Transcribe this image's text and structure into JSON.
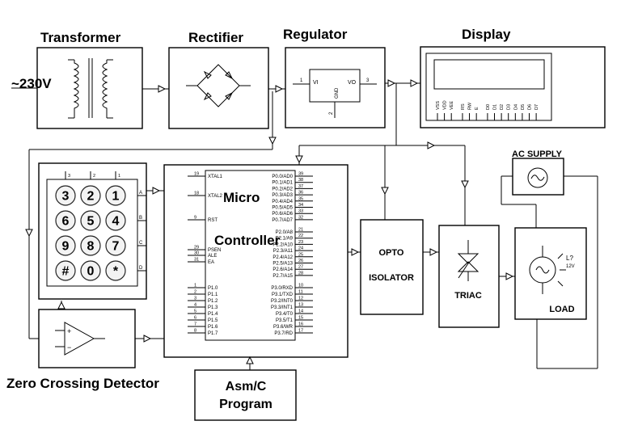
{
  "supply_label": "~230V",
  "blocks": {
    "transformer": "Transformer",
    "rectifier": "Rectifier",
    "regulator": "Regulator",
    "display": "Display",
    "micro": "Micro",
    "controller": "Controller",
    "opto_top": "OPTO",
    "opto_bottom": "ISOLATOR",
    "triac": "TRIAC",
    "ac_supply": "AC SUPPLY",
    "load": "LOAD",
    "zcd": "Zero Crossing Detector",
    "program_top": "Asm/C",
    "program_bottom": "Program"
  },
  "regulator_pins": {
    "vi": "VI",
    "vo": "VO",
    "gnd": "GND",
    "p1": "1",
    "p2": "2",
    "p3": "3"
  },
  "lcd_pins": [
    "VSS",
    "VDD",
    "VEE",
    "RS",
    "RW",
    "E",
    "D0",
    "D1",
    "D2",
    "D3",
    "D4",
    "D5",
    "D6",
    "D7"
  ],
  "keypad": {
    "keys": [
      "3",
      "2",
      "1",
      "6",
      "5",
      "4",
      "9",
      "8",
      "7",
      "#",
      "0",
      "*"
    ],
    "row_labels": [
      "A",
      "B",
      "C",
      "D"
    ],
    "col_labels": [
      "3",
      "2",
      "1"
    ]
  },
  "mcu_left_pins": [
    {
      "num": "19",
      "name": "XTAL1"
    },
    {
      "num": "18",
      "name": "XTAL2"
    },
    {
      "num": "9",
      "name": "RST"
    },
    {
      "num": "29",
      "name": "PSEN"
    },
    {
      "num": "30",
      "name": "ALE"
    },
    {
      "num": "31",
      "name": "EA"
    },
    {
      "num": "1",
      "name": "P1.0"
    },
    {
      "num": "2",
      "name": "P1.1"
    },
    {
      "num": "3",
      "name": "P1.2"
    },
    {
      "num": "4",
      "name": "P1.3"
    },
    {
      "num": "5",
      "name": "P1.4"
    },
    {
      "num": "6",
      "name": "P1.5"
    },
    {
      "num": "7",
      "name": "P1.6"
    },
    {
      "num": "8",
      "name": "P1.7"
    }
  ],
  "mcu_right_pins": [
    {
      "num": "39",
      "name": "P0.0/AD0"
    },
    {
      "num": "38",
      "name": "P0.1/AD1"
    },
    {
      "num": "37",
      "name": "P0.2/AD2"
    },
    {
      "num": "36",
      "name": "P0.3/AD3"
    },
    {
      "num": "35",
      "name": "P0.4/AD4"
    },
    {
      "num": "34",
      "name": "P0.5/AD5"
    },
    {
      "num": "33",
      "name": "P0.6/AD6"
    },
    {
      "num": "32",
      "name": "P0.7/AD7"
    },
    {
      "num": "21",
      "name": "P2.0/A8"
    },
    {
      "num": "22",
      "name": "P2.1/A9"
    },
    {
      "num": "23",
      "name": "P2.2/A10"
    },
    {
      "num": "24",
      "name": "P2.3/A11"
    },
    {
      "num": "25",
      "name": "P2.4/A12"
    },
    {
      "num": "26",
      "name": "P2.5/A13"
    },
    {
      "num": "27",
      "name": "P2.6/A14"
    },
    {
      "num": "28",
      "name": "P2.7/A15"
    },
    {
      "num": "10",
      "name": "P3.0/RXD"
    },
    {
      "num": "11",
      "name": "P3.1/TXD"
    },
    {
      "num": "12",
      "name": "P3.2/INT0"
    },
    {
      "num": "13",
      "name": "P3.3/INT1"
    },
    {
      "num": "14",
      "name": "P3.4/T0"
    },
    {
      "num": "15",
      "name": "P3.5/T1"
    },
    {
      "num": "16",
      "name": "P3.6/WR"
    },
    {
      "num": "17",
      "name": "P3.7/RD"
    }
  ],
  "lamp": {
    "ref": "L?",
    "rating": "12V"
  }
}
